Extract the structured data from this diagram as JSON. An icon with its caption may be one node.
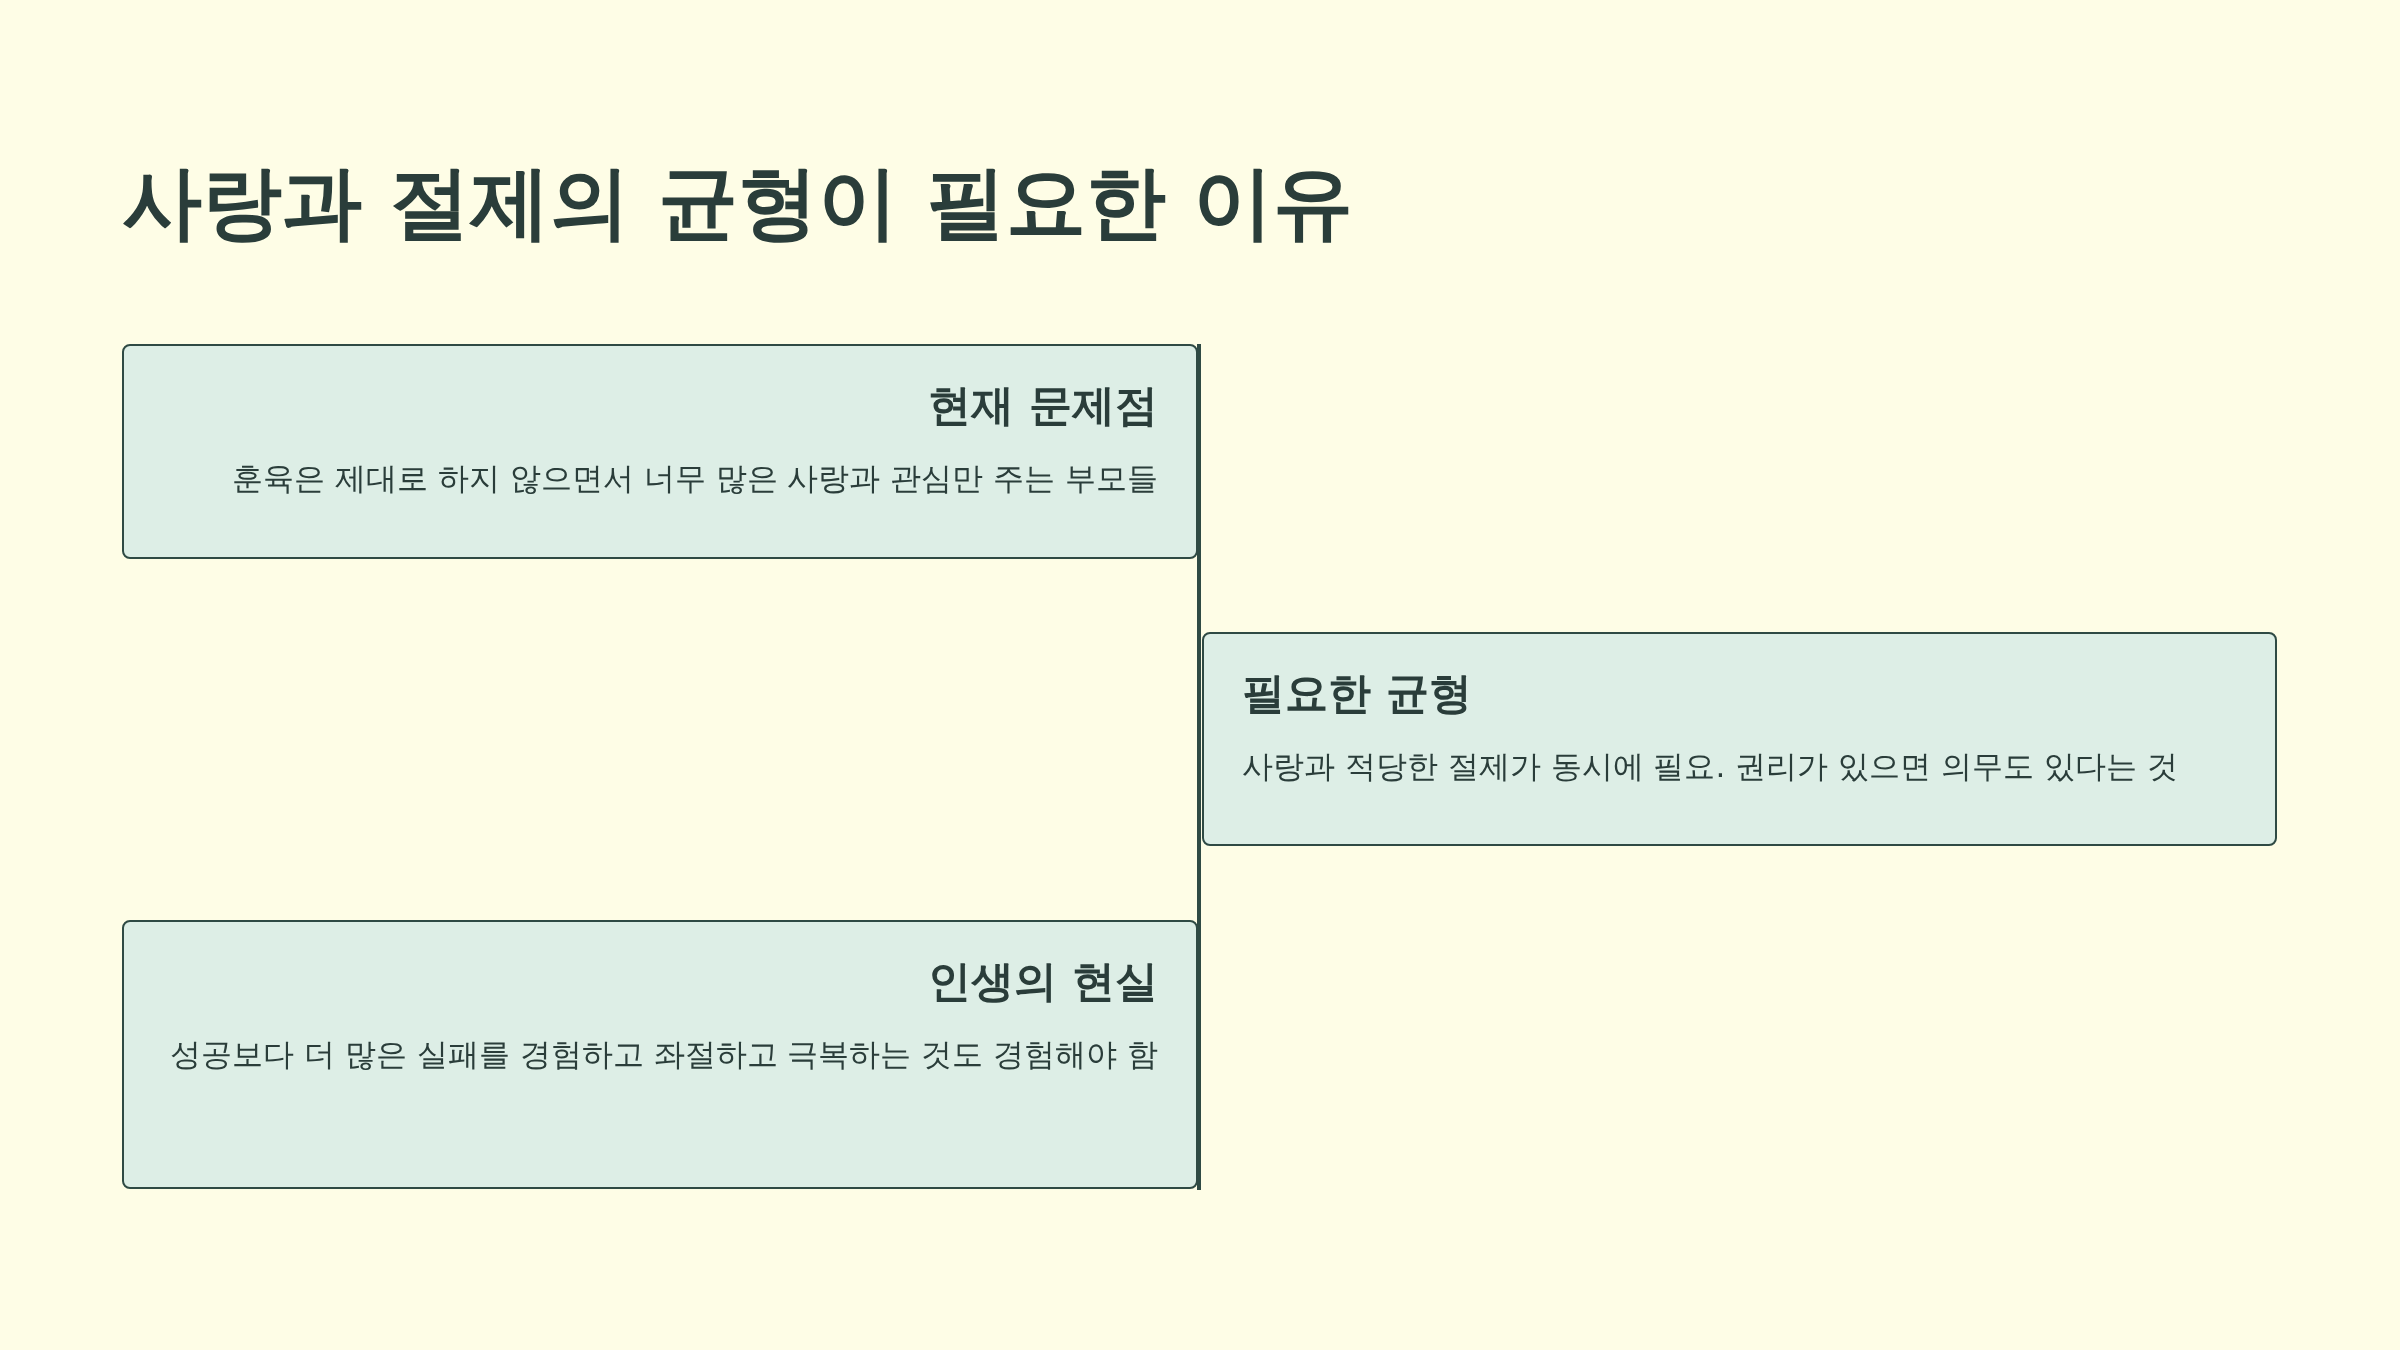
{
  "diagram": {
    "title": "사랑과 절제의 균형이 필요한 이유",
    "nodes": [
      {
        "text": [
          "현재 문제점",
          "훈육은 제대로 하지 않으면서 너무 많은 사랑과 관심만 주는 부모들"
        ]
      },
      {
        "text": [
          "필요한 균형",
          "사랑과 적당한 절제가 동시에 필요. 권리가 있으면 의무도 있다는 것"
        ]
      },
      {
        "text": [
          "인생의 현실",
          "성공보다 더 많은 실패를 경험하고 좌절하고 극복하는 것도 경험해야 함"
        ]
      },
      {
        "text": [],
        "shape": "bar"
      }
    ]
  }
}
